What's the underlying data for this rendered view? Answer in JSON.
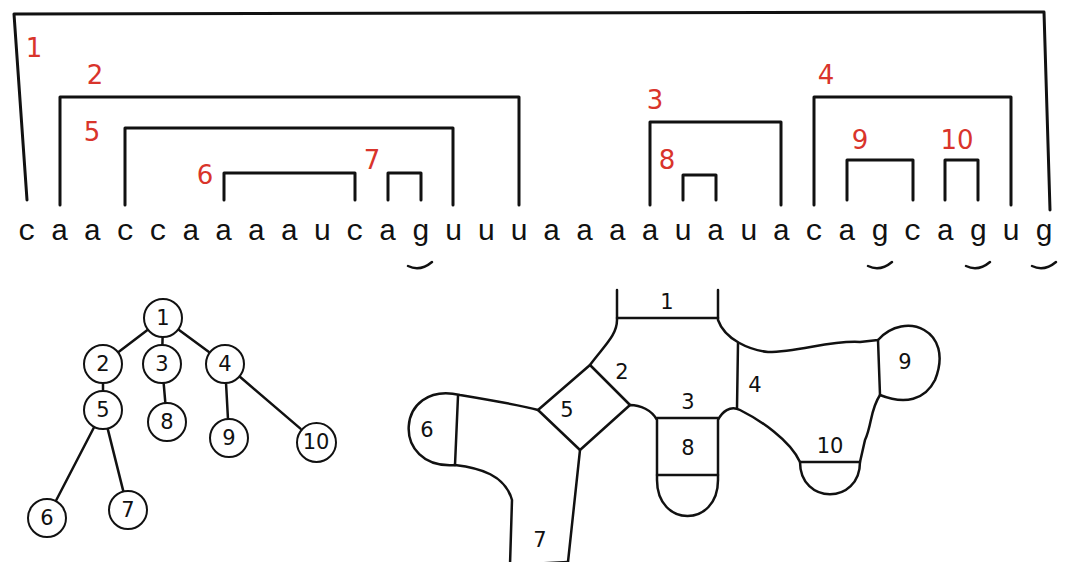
{
  "diagram": {
    "nodes": [
      {
        "text": [
          "1"
        ]
      },
      {
        "text": [
          "2"
        ]
      },
      {
        "text": [
          "3"
        ]
      },
      {
        "text": [
          "4"
        ]
      },
      {
        "text": [
          "5"
        ]
      },
      {
        "text": [
          "8"
        ]
      },
      {
        "text": [
          "9"
        ]
      },
      {
        "text": [
          "10"
        ]
      },
      {
        "text": [
          "6"
        ]
      },
      {
        "text": [
          "7"
        ]
      }
    ],
    "edges": [
      {
        "from": 0,
        "to": 1,
        "arrow": "none"
      },
      {
        "from": 0,
        "to": 2,
        "arrow": "none"
      },
      {
        "from": 0,
        "to": 3,
        "arrow": "none"
      },
      {
        "from": 1,
        "to": 4,
        "arrow": "none"
      },
      {
        "from": 2,
        "to": 5,
        "arrow": "none"
      },
      {
        "from": 3,
        "to": 6,
        "arrow": "none"
      },
      {
        "from": 3,
        "to": 7,
        "arrow": "none"
      },
      {
        "from": 4,
        "to": 8,
        "arrow": "none"
      },
      {
        "from": 4,
        "to": 9,
        "arrow": "none"
      }
    ],
    "labels": [
      "1",
      "2",
      "5",
      "6",
      "7",
      "3",
      "8",
      "4",
      "9",
      "10",
      "caaccaaaaucaguuuaaaauauacagcagug",
      "1",
      "2",
      "5",
      "6",
      "7",
      "3",
      "8",
      "4",
      "10",
      "9"
    ]
  }
}
